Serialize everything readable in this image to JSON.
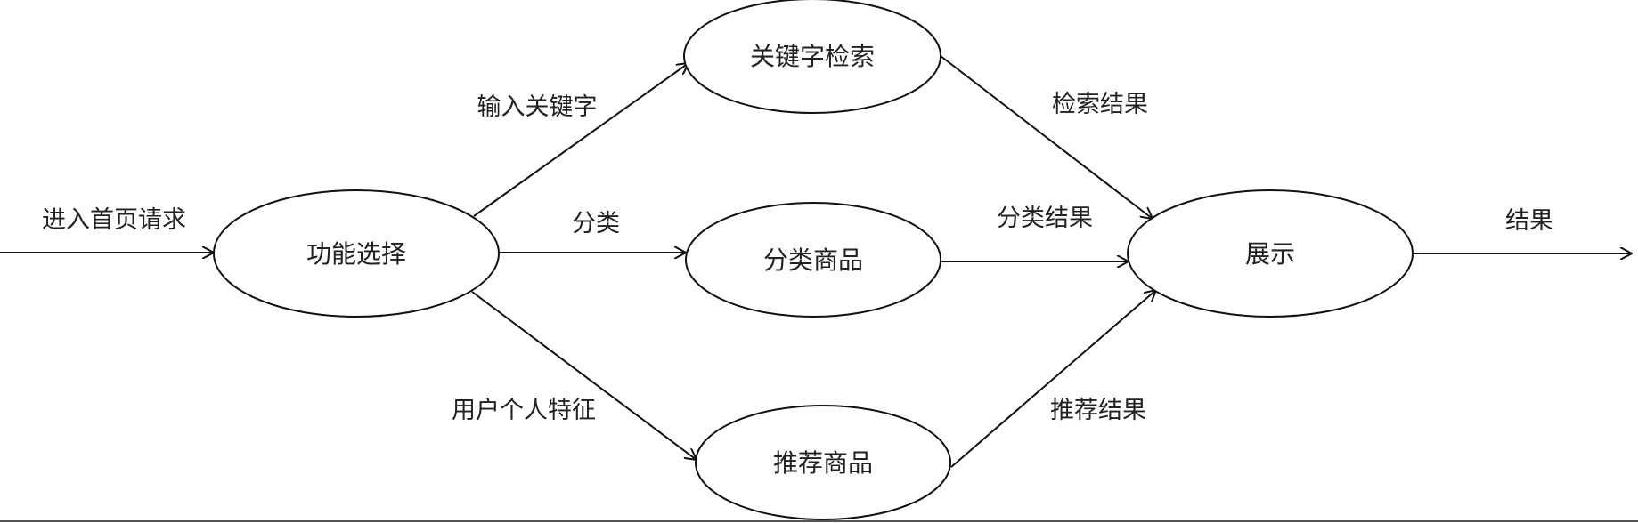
{
  "diagram": {
    "nodes": {
      "function_select": "功能选择",
      "keyword_search": "关键字检索",
      "category_goods": "分类商品",
      "recommend_goods": "推荐商品",
      "display": "展示"
    },
    "edges": {
      "enter_homepage": "进入首页请求",
      "input_keyword": "输入关键字",
      "category": "分类",
      "user_features": "用户个人特征",
      "search_result": "检索结果",
      "category_result": "分类结果",
      "recommend_result": "推荐结果",
      "result": "结果"
    }
  }
}
